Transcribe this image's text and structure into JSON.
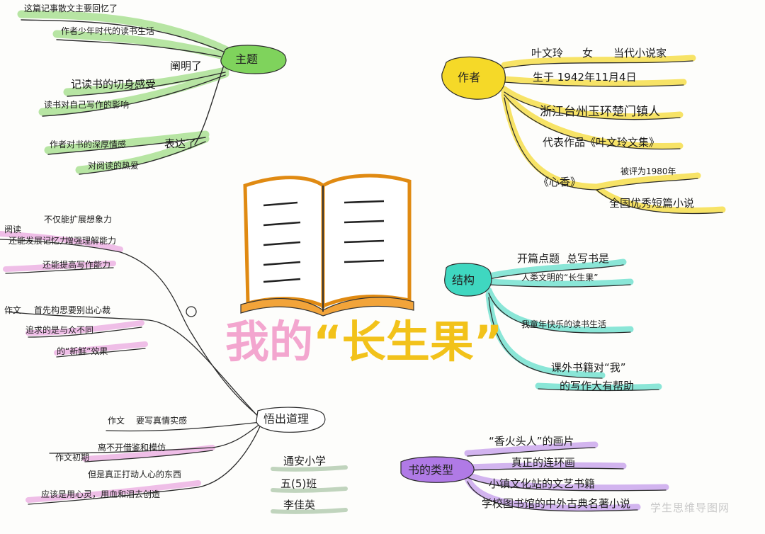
{
  "title": {
    "part1": "我的",
    "part2": "“长生果”"
  },
  "watermark": "学生思维导图网",
  "branches": {
    "theme": {
      "label": "主题",
      "color": "#5cbf3a",
      "items": [
        "这篇记事散文主要回忆了",
        "作者少年时代的读书生活",
        "记读书的切身感受",
        "阐明了",
        "读书对自己写作的影响",
        "表达了",
        "作者对书的深厚情感",
        "对阅读的热爱"
      ]
    },
    "author": {
      "label": "作者",
      "color": "#f1cf1c",
      "items": [
        "叶文玲",
        "女",
        "当代小说家",
        "生于 1942年11月4日",
        "浙江台州玉环楚门镇人",
        "代表作品《叶文玲文集》",
        "《心香》",
        "被评为1980年",
        "全国优秀短篇小说"
      ]
    },
    "structure": {
      "label": "结构",
      "color": "#2ec9b0",
      "items": [
        "开篇点题",
        "总写书是",
        "人类文明的“长生果”",
        "我童年快乐的读书生活",
        "课外书籍对“我”",
        "的写作大有帮助"
      ]
    },
    "reason": {
      "label": "悟出道理",
      "color": "#9b2b6e",
      "items": [
        "阅读",
        "不仅能扩展想象力",
        "还能发展记忆力",
        "增强理解能力",
        "还能提高写作能力",
        "作文",
        "首先构思要别出心裁",
        "追求的是与众不同",
        "的“新鲜”效果",
        "作文",
        "要写真情实感",
        "作文初期",
        "离不开借鉴和模仿",
        "但是真正打动人心的东西",
        "应该是用心灵，用血和泪去创造"
      ]
    },
    "books": {
      "label": "书的类型",
      "color": "#9b5bd0",
      "items": [
        "“香火头人”的画片",
        "真正的连环画",
        "小镇文化站的文艺书籍",
        "学校图书馆的中外古典名著小说"
      ]
    }
  },
  "signature": [
    "通安小学",
    "五(5)班",
    "李佳英"
  ]
}
